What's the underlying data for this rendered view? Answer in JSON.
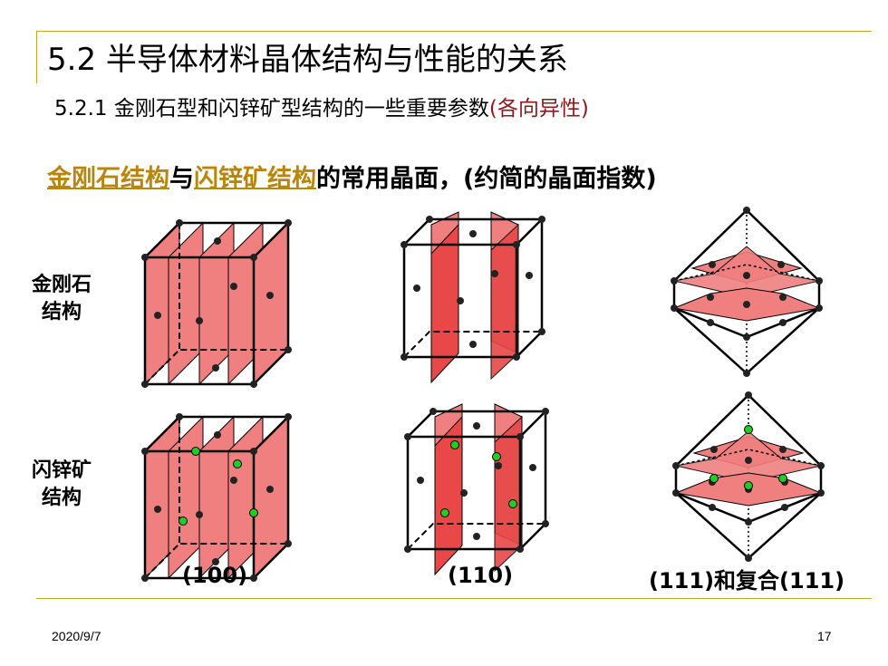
{
  "slide": {
    "title": "5.2 半导体材料晶体结构与性能的关系",
    "subtitle_main": "5.2.1 金刚石型和闪锌矿型结构的一些重要参数",
    "subtitle_paren": "(各向异性)",
    "lead_link1": "金刚石结构",
    "lead_mid": "与",
    "lead_link2": "闪锌矿结构",
    "lead_rest": "的常用晶面，(约简的晶面指数)",
    "row_labels": {
      "diamond_line1": "金刚石",
      "diamond_line2": "结构",
      "zincblende_line1": "闪锌矿",
      "zincblende_line2": "结构"
    },
    "col_labels": {
      "c100": "(100)",
      "c110": "(110)",
      "c111": "(111)和复合(111)"
    },
    "footer_date": "2020/9/7",
    "page_number": "17"
  },
  "colors": {
    "accent_line": "#c9a227",
    "link": "#b8860b",
    "paren": "#8b1a1a",
    "plane_fill": "#f08080",
    "plane_dark": "#e03030",
    "atom": "#222222",
    "atom_green": "#22cc22"
  }
}
